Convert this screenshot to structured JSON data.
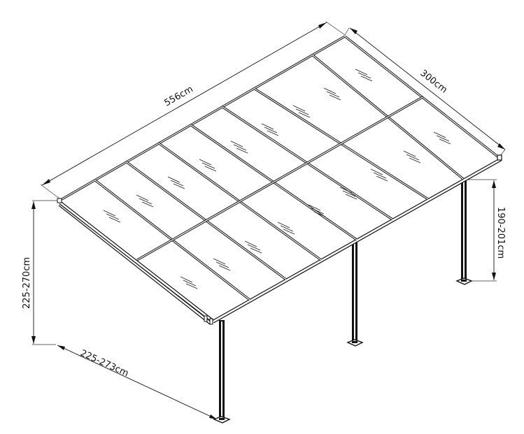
{
  "diagram": {
    "subject": "Wall-mounted patio canopy with polycarbonate roof panels",
    "style": "isometric line drawing, black on white",
    "colors": {
      "line": "#111111",
      "background": "#ffffff"
    },
    "dimensions": {
      "length": {
        "label": "556cm",
        "description": "roof length along back edge"
      },
      "depth": {
        "label": "300cm",
        "description": "roof depth along right side"
      },
      "back_height": {
        "label": "225-270cm",
        "description": "height at wall side (left)"
      },
      "projection": {
        "label": "225-273cm",
        "description": "distance to front post base"
      },
      "front_height": {
        "label": "190-201cm",
        "description": "height of front post"
      }
    },
    "roof": {
      "panel_columns": 8,
      "panel_rows": 2,
      "rafters": 7,
      "panel_marking": "glass-hatch"
    },
    "posts": {
      "count": 3,
      "positions": [
        "front-left",
        "front-middle",
        "front-right"
      ]
    }
  }
}
